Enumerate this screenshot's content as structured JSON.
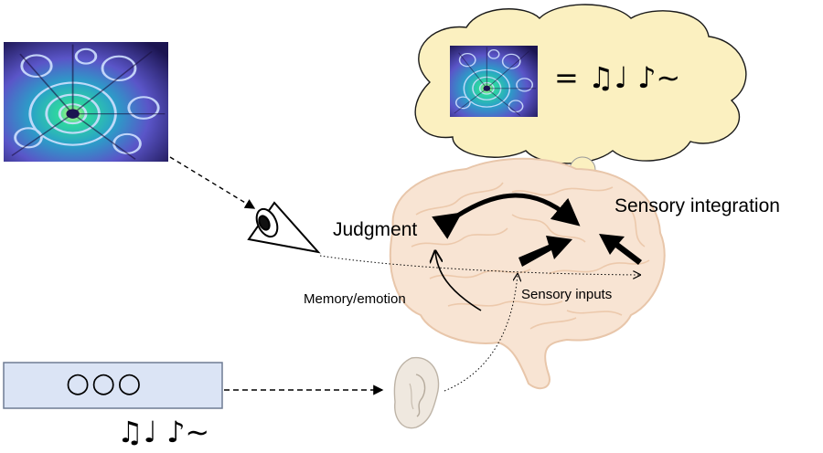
{
  "labels": {
    "judgment": "Judgment",
    "sensory_integration": "Sensory integration",
    "memory_emotion": "Memory/emotion",
    "sensory_inputs": "Sensory inputs"
  },
  "sound_box_text": "○○○",
  "music_notes": "♫♩ ♪∼",
  "cloud_equation": "= ♫♩ ♪∼",
  "colors": {
    "brain_fill": "#f8e4d3",
    "brain_outline": "#e8c6aa",
    "cloud_fill": "#fbf0c0",
    "sound_box_fill": "#dbe4f5",
    "sound_box_border": "#6f7c93",
    "ear_fill": "#efe8df"
  },
  "icons": [
    "eye-icon",
    "ear-icon",
    "thought-cloud",
    "fractal-image",
    "brain"
  ]
}
